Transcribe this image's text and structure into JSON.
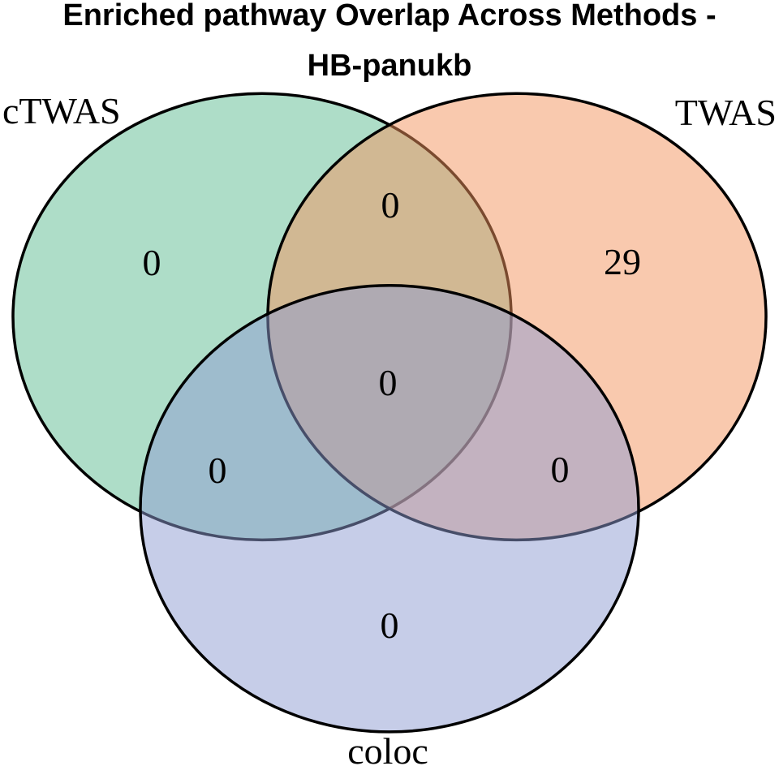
{
  "title": {
    "line1": "Enriched pathway Overlap Across Methods -",
    "line2": "HB-panukb"
  },
  "chart_data": {
    "type": "venn",
    "title": "Enriched pathway Overlap Across Methods - HB-panukb",
    "sets": [
      {
        "name": "cTWAS",
        "color": "#5dbb91",
        "fill_blended_over_white": "#aeddc8"
      },
      {
        "name": "TWAS",
        "color": "#f3935d",
        "fill_blended_over_white": "#f9c9ae"
      },
      {
        "name": "coloc",
        "color": "#8d9bd1",
        "fill_blended_over_white": "#c6cde8"
      }
    ],
    "regions": {
      "ctwas_only": 0,
      "twas_only": 29,
      "coloc_only": 0,
      "ctwas_twas": 0,
      "ctwas_coloc": 0,
      "twas_coloc": 0,
      "all_three": 0
    },
    "fill_opacity": 0.5,
    "outline_color": "#000000",
    "legend_position": "labels-at-circles"
  }
}
